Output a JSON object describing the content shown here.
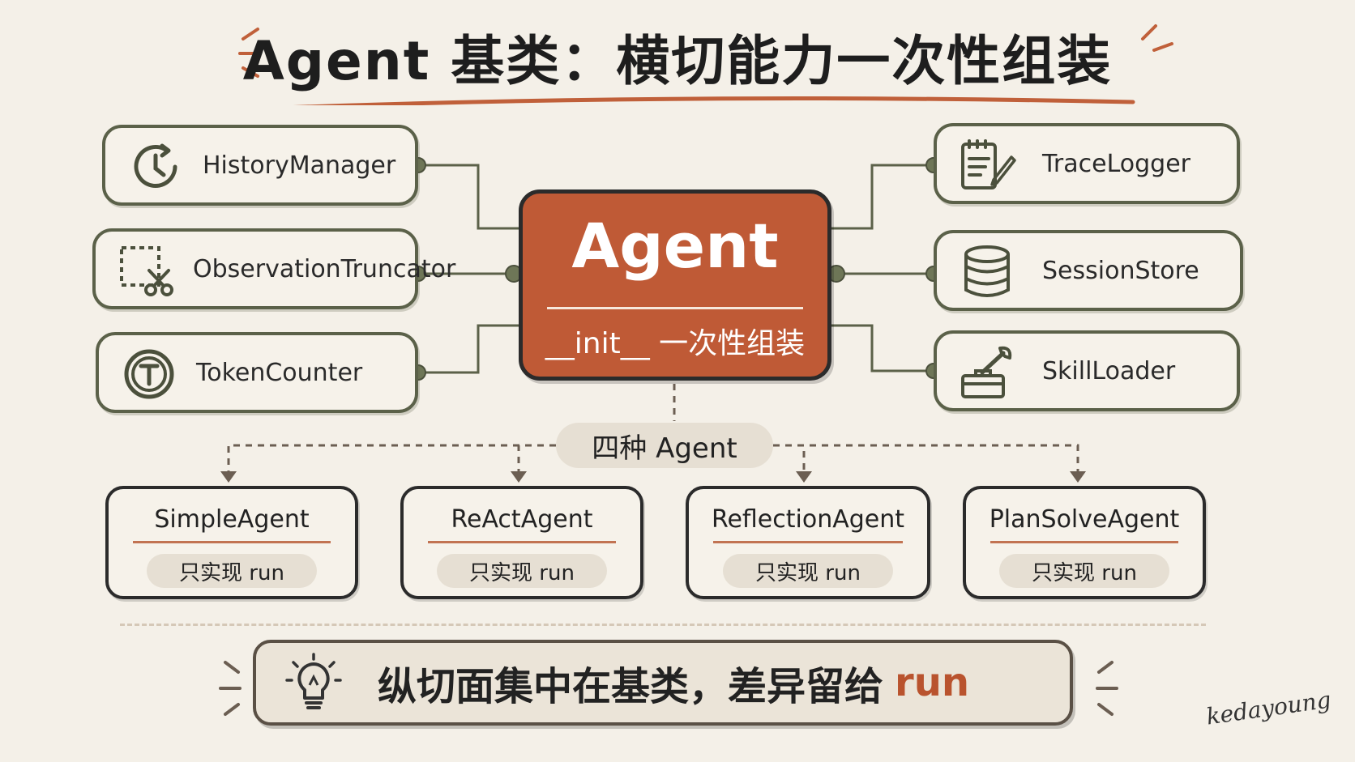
{
  "title": "Agent 基类：横切能力一次性组装",
  "core": {
    "name": "Agent",
    "subtitle": "__init__ 一次性组装"
  },
  "left_modules": [
    {
      "label": "HistoryManager",
      "icon": "clock-icon"
    },
    {
      "label": "ObservationTruncator",
      "icon": "crop-scissors-icon"
    },
    {
      "label": "TokenCounter",
      "icon": "token-coin-icon"
    }
  ],
  "right_modules": [
    {
      "label": "TraceLogger",
      "icon": "notepad-pen-icon"
    },
    {
      "label": "SessionStore",
      "icon": "database-icon"
    },
    {
      "label": "SkillLoader",
      "icon": "toolbox-wrench-icon"
    }
  ],
  "branch_label": "四种 Agent",
  "implementations": [
    {
      "name": "SimpleAgent",
      "tag": "只实现 run"
    },
    {
      "name": "ReActAgent",
      "tag": "只实现 run"
    },
    {
      "name": "ReflectionAgent",
      "tag": "只实现 run"
    },
    {
      "name": "PlanSolveAgent",
      "tag": "只实现 run"
    }
  ],
  "conclusion": {
    "text": "纵切面集中在基类，差异留给",
    "highlight": "run",
    "icon": "lightbulb-icon"
  },
  "signature": "kedayoung",
  "colors": {
    "background": "#f4f0e8",
    "module_border": "#5b6149",
    "core_fill": "#bf5a36",
    "accent": "#b9532e",
    "pill": "#e6dfd3"
  }
}
